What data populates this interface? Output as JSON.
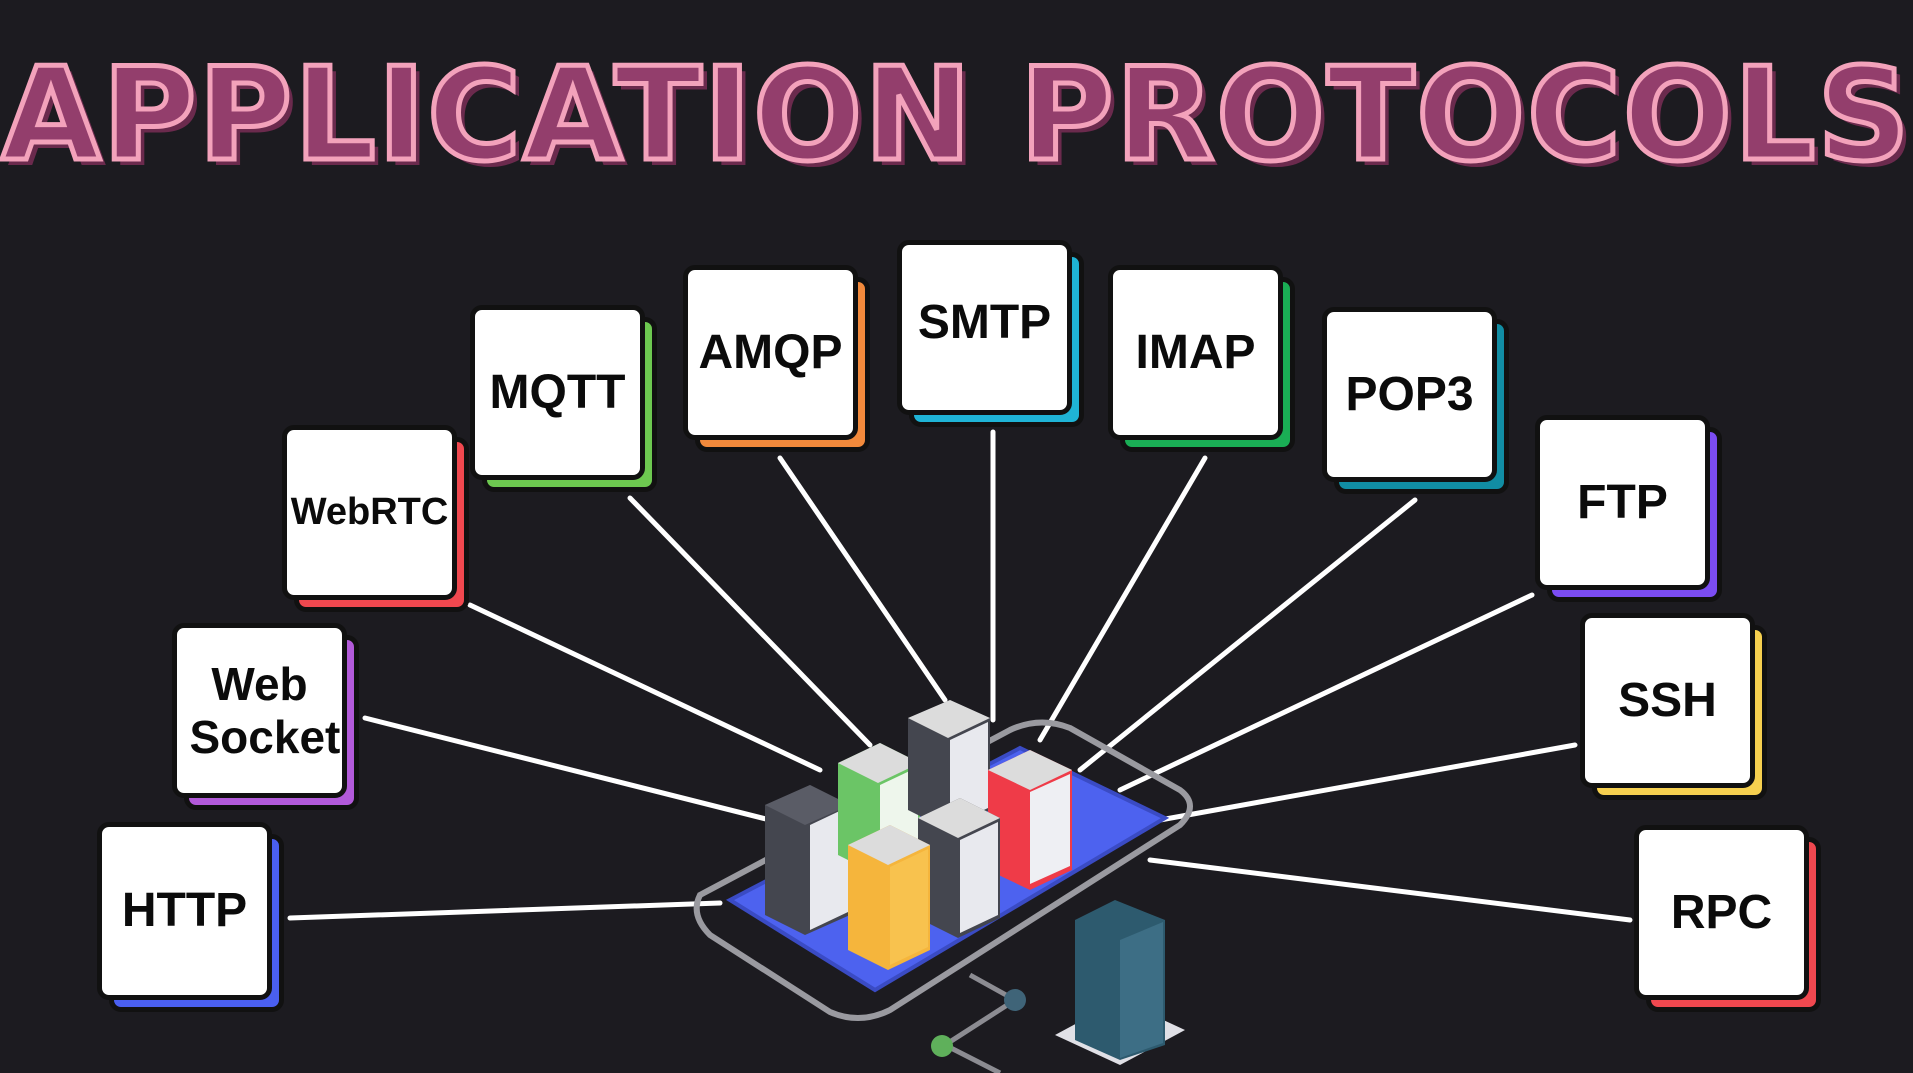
{
  "title": "APPLICATION PROTOCOLS",
  "colors": {
    "background": "#1c1b20",
    "title_fill": "#933e6c",
    "title_stroke": "#f3a2bb",
    "link": "#ffffff"
  },
  "hub": {
    "description": "isometric server cluster on blue platform"
  },
  "protocols": [
    {
      "label": "HTTP",
      "accent": "#4a5ff0"
    },
    {
      "label": "Web Socket",
      "accent": "#b25ad9"
    },
    {
      "label": "WebRTC",
      "accent": "#f0484f"
    },
    {
      "label": "MQTT",
      "accent": "#6dc850"
    },
    {
      "label": "AMQP",
      "accent": "#f28a3c"
    },
    {
      "label": "SMTP",
      "accent": "#1fb4d6"
    },
    {
      "label": "IMAP",
      "accent": "#1aae55"
    },
    {
      "label": "POP3",
      "accent": "#118da3"
    },
    {
      "label": "FTP",
      "accent": "#7b4cf2"
    },
    {
      "label": "SSH",
      "accent": "#f6d04f"
    },
    {
      "label": "RPC",
      "accent": "#f0484f"
    }
  ]
}
